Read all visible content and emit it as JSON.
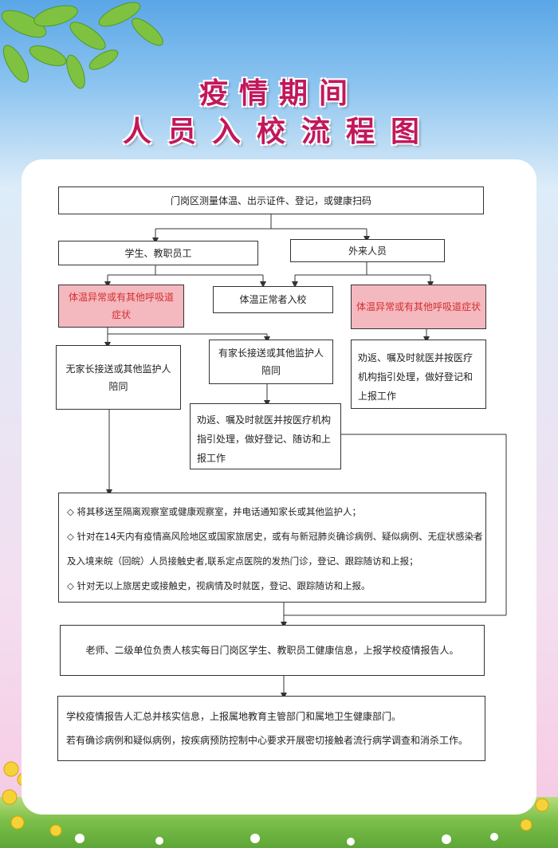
{
  "title_line1": "疫情期间",
  "title_line2": "人员入校流程图",
  "flow": {
    "step1": "门岗区测量体温、出示证件、登记，或健康扫码",
    "students": "学生、教职员工",
    "visitors": "外来人员",
    "abnormal_left": "体温异常或有其他呼吸道症状",
    "normal": "体温正常者入校",
    "abnormal_right": "体温异常或有其他呼吸道症状",
    "no_guardian": "无家长接送或其他监护人陪同",
    "with_guardian": "有家长接送或其他监护人陪同",
    "visitor_action": "劝返、嘱及时就医并按医疗机构指引处理，做好登记和上报工作",
    "guardian_action": "劝返、嘱及时就医并按医疗机构指引处理，做好登记、随访和上报工作",
    "isolation": [
      "◇ 将其移送至隔离观察室或健康观察室，并电话通知家长或其他监护人；",
      "◇ 针对在14天内有疫情高风险地区或国家旅居史，或有与新冠肺炎确诊病例、疑似病例、无症状感染者",
      "及入境来皖（回皖）人员接触史者,联系定点医院的发热门诊，登记、跟踪随访和上报；",
      "◇  针对无以上旅居史或接触史，视病情及时就医，登记、跟踪随访和上报。"
    ],
    "daily_check": "老师、二级单位负责人核实每日门岗区学生、教职员工健康信息，上报学校疫情报告人。",
    "report": [
      "学校疫情报告人汇总并核实信息，上报属地教育主管部门和属地卫生健康部门。",
      "若有确诊病例和疑似病例，按疾病预防控制中心要求开展密切接触者流行病学调查和消杀工作。"
    ]
  }
}
